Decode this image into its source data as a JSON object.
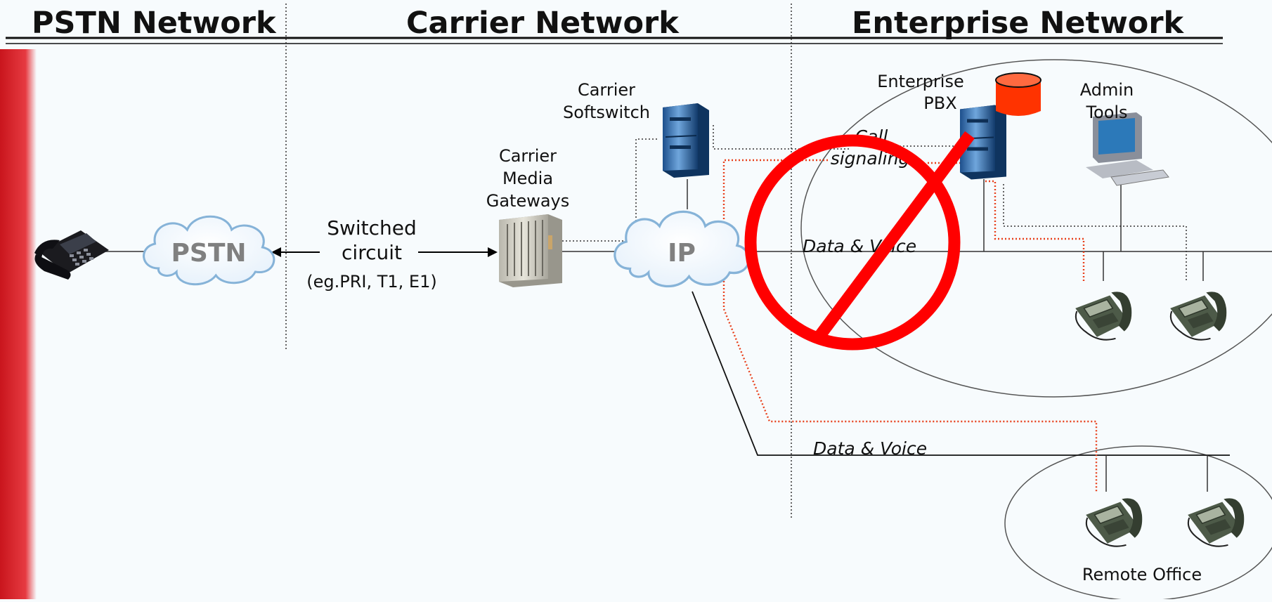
{
  "headers": {
    "pstn": "PSTN Network",
    "carrier": "Carrier Network",
    "enterprise": "Enterprise Network"
  },
  "clouds": {
    "pstn": "PSTN",
    "ip": "IP"
  },
  "labels": {
    "switched_1": "Switched",
    "switched_2": "circuit",
    "switched_3": "(eg.PRI, T1, E1)",
    "gateways_1": "Carrier",
    "gateways_2": "Media",
    "gateways_3": "Gateways",
    "softswitch_1": "Carrier",
    "softswitch_2": "Softswitch",
    "pbx_1": "Enterprise",
    "pbx_2": "PBX",
    "admin_1": "Admin",
    "admin_2": "Tools",
    "call_1": "Call",
    "call_2": "signaling",
    "data_voice_1": "Data & Voice",
    "data_voice_2": "Data & Voice",
    "remote_office": "Remote Office"
  },
  "colors": {
    "prohibition": "#ff0000",
    "signaling": "#e8401c",
    "database": "#ff3300",
    "left_bar": "#e0262e"
  },
  "icons": [
    "desk-phone-icon",
    "server-icon",
    "media-gateway-icon",
    "database-icon",
    "computer-icon",
    "ip-phone-icon",
    "prohibition-icon"
  ]
}
